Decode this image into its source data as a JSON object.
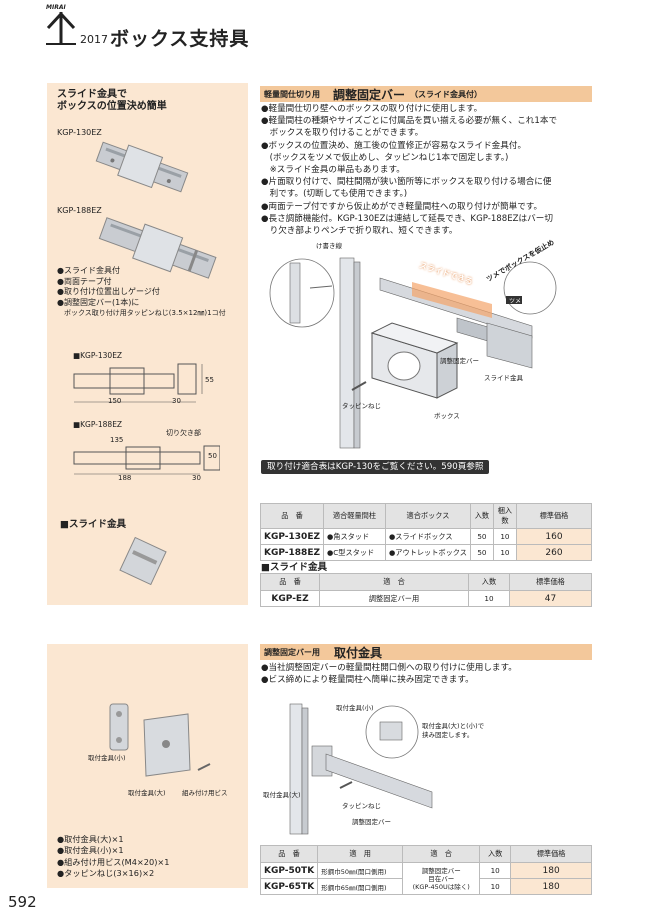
{
  "header": {
    "brand": "MIRAI",
    "year": "2017",
    "title": "ボックス支持具"
  },
  "left_top": {
    "heading_line1": "スライド金具で",
    "heading_line2": "ボックスの位置決め簡単",
    "label_130": "KGP-130EZ",
    "label_188": "KGP-188EZ",
    "features": [
      "●スライド金具付",
      "●両面テープ付",
      "●取り付け位置出しゲージ付",
      "●調整固定バー(1本)に",
      "　ボックス取り付け用タッピンねじ(3.5×12㎜)1コ付"
    ],
    "dim130": {
      "title": "■KGP-130EZ",
      "w": "150",
      "h": "55",
      "d": "30"
    },
    "dim188": {
      "title": "■KGP-188EZ",
      "w1": "135",
      "w2": "188",
      "h": "50",
      "d": "30",
      "notch": "切り欠き部"
    },
    "slide_title": "■スライド金具"
  },
  "right_top": {
    "bar_small": "軽量間仕切り用",
    "bar_big": "調整固定バー",
    "bar_paren": "（スライド金具付）",
    "bullets": [
      "●軽量間仕切り壁へのボックスの取り付けに使用します。",
      "●軽量間柱の種類やサイズごとに付属品を買い揃える必要が無く、これ1本で",
      "　ボックスを取り付けることができます。",
      "●ボックスの位置決め、施工後の位置修正が容易なスライド金具付。",
      "　(ボックスをツメで仮止めし、タッピンねじ1本で固定します。)",
      "　※スライド金具の単品もあります。",
      "●片面取り付けで、間柱間隔が狭い箇所等にボックスを取り付ける場合に便",
      "　利です。(切断しても使用できます。)",
      "●両面テープ付ですから仮止めができ軽量間柱への取り付けが簡単です。",
      "●長さ調節機能付。KGP-130EZは連結して延長でき、KGP-188EZはバー切",
      "　り欠き部よりペンチで折り取れ、短くできます。"
    ],
    "illus": {
      "kegaki": "け書き線",
      "slide": "スライドできる",
      "tsume": "ツメでボックスを仮止め",
      "tsume_tag": "ツメ",
      "bar": "調整固定バー",
      "slide_part": "スライド金具",
      "screw": "タッピンねじ",
      "box": "ボックス"
    },
    "note": "取り付け適合表はKGP-130をご覧ください。590頁参照",
    "table1": {
      "headers": [
        "品　番",
        "適合軽量間柱",
        "適合ボックス",
        "入数",
        "梱入数",
        "標準価格"
      ],
      "rows": [
        {
          "code": "KGP-130EZ",
          "stud": "●角スタッド",
          "box": "●スライドボックス",
          "qty": "50",
          "pack": "10",
          "price": "160"
        },
        {
          "code": "KGP-188EZ",
          "stud": "●C型スタッド",
          "box": "●アウトレットボックス",
          "qty": "50",
          "pack": "10",
          "price": "260"
        }
      ]
    },
    "slide_title": "■スライド金具",
    "table2": {
      "headers": [
        "品　番",
        "適　合",
        "入数",
        "標準価格"
      ],
      "row": {
        "code": "KGP-EZ",
        "fit": "調整固定バー用",
        "qty": "10",
        "price": "47"
      }
    }
  },
  "left_bottom": {
    "label_small": "取付金具(小)",
    "label_large": "取付金具(大)",
    "label_screw": "組み付け用ビス",
    "contents": [
      "●取付金具(大)×1",
      "●取付金具(小)×1",
      "●組み付け用ビス(M4×20)×1",
      "●タッピンねじ(3×16)×2"
    ]
  },
  "right_bottom": {
    "bar_small": "調整固定バー用",
    "bar_big": "取付金具",
    "bullets": [
      "●当社調整固定バーの軽量間柱開口側への取り付けに使用します。",
      "●ビス締めにより軽量間柱へ簡単に挟み固定できます。"
    ],
    "illus": {
      "small": "取付金具(小)",
      "clamp1": "取付金具(大)と(小)で",
      "clamp2": "挟み固定します。",
      "large": "取付金具(大)",
      "screw": "タッピンねじ",
      "bar": "調整固定バー"
    },
    "table": {
      "headers": [
        "品　番",
        "適　用",
        "適　合",
        "入数",
        "標準価格"
      ],
      "rows": [
        {
          "code": "KGP-50TK",
          "use": "形鋼巾50㎜(開口側用)",
          "qty": "10",
          "price": "180"
        },
        {
          "code": "KGP-65TK",
          "use": "形鋼巾65㎜(開口側用)",
          "qty": "10",
          "price": "180"
        }
      ],
      "fit1": "調整固定バー",
      "fit2": "目在バー",
      "fit3": "(KGP-450Uは除く)"
    }
  },
  "page_number": "592"
}
